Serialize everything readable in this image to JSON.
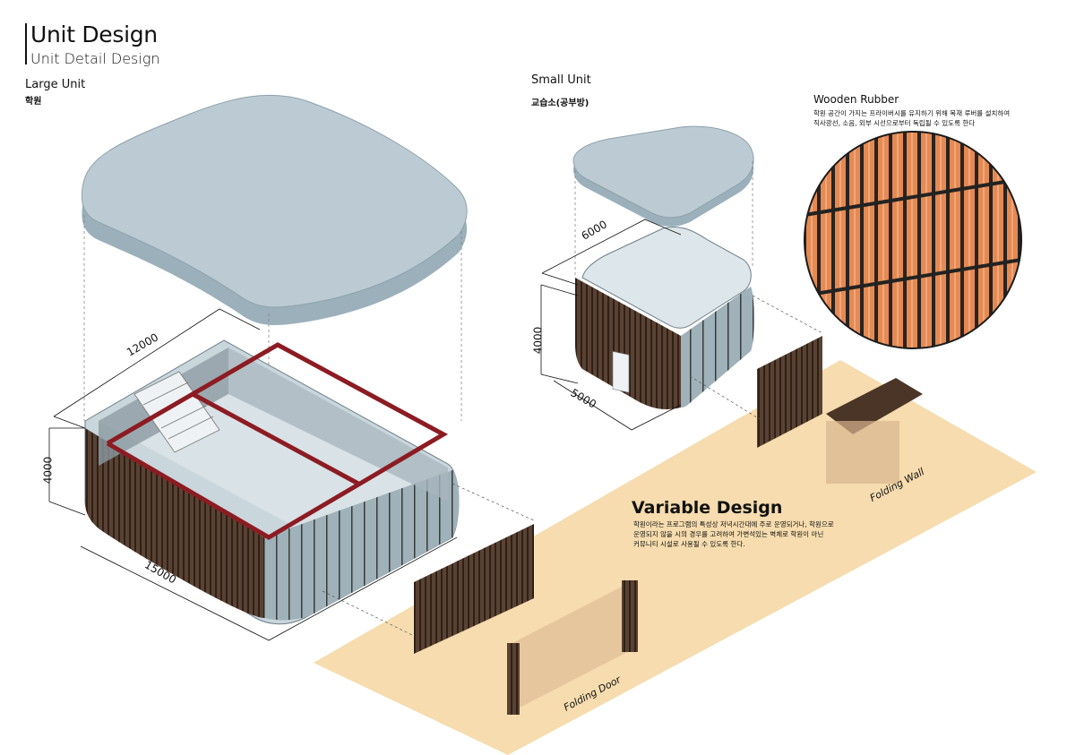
{
  "header": {
    "title": "Unit Design",
    "subtitle": "Unit Detail Design"
  },
  "large_unit": {
    "label": "Large Unit",
    "sublabel": "학원",
    "dims": {
      "length": "12000",
      "height": "4000",
      "width": "15000"
    }
  },
  "small_unit": {
    "label": "Small Unit",
    "sublabel": "교습소(공부방)",
    "dims": {
      "length": "6000",
      "height": "4000",
      "width": "5000"
    }
  },
  "wooden_rubber": {
    "label": "Wooden Rubber",
    "desc_line1": "학원 공간이 가지는 프라이버시를 유지하기 위해 목재 루버를 설치하여",
    "desc_line2": "직사광선, 소음, 외부 시선으로부터 독립될 수 있도록 한다"
  },
  "variable_design": {
    "title": "Variable Design",
    "line1": "학원이라는 프로그램의 특성상 저녁시간대에 주로 운영되거나, 학원으로",
    "line2": "운영되지 않을 시의 경우를 고려하여 가변석있는 벽체로 학원이 아닌",
    "line3": "커뮤니티 시설로 사용될 수 있도록 한다."
  },
  "labels": {
    "folding_wall": "Folding Wall",
    "folding_door": "Folding Door"
  },
  "colors": {
    "roof": "#b9c7cf",
    "roof_side": "#93a5af",
    "louver": "#4a3527",
    "frame_red": "#8c1c22",
    "floor_zone": "#f6dcae",
    "accent_orange": "#e07a3a"
  }
}
